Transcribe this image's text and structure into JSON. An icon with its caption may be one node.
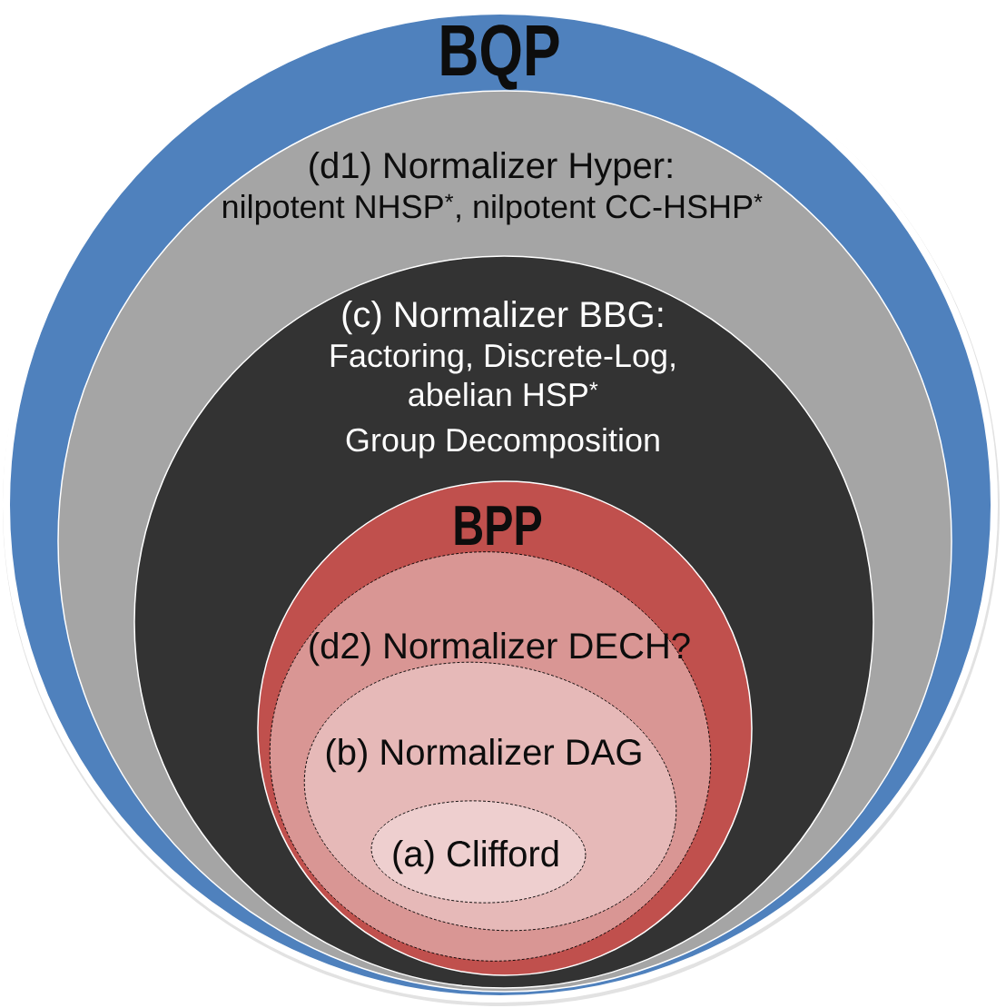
{
  "diagram": {
    "nodes": [
      {
        "text": [
          "BQP"
        ]
      },
      {
        "text": [
          "(d1) Normalizer Hyper:",
          "nilpotent NHSP$^{*}$, nilpotent CC-HSHP$^{*}$"
        ],
        "in": 0
      },
      {
        "text": [
          "(c) Normalizer BBG:",
          "Factoring, Discrete-Log, abelian HSP$^{*}$",
          "Group Decomposition"
        ],
        "in": 1
      },
      {
        "text": [
          "BPP"
        ],
        "in": 2
      },
      {
        "text": [
          "(d2) Normalizer DECH?"
        ],
        "in": 3
      },
      {
        "text": [
          "(b) Normalizer DAG"
        ],
        "in": 4
      },
      {
        "text": [
          "(a) Clifford"
        ],
        "in": 5
      }
    ]
  }
}
